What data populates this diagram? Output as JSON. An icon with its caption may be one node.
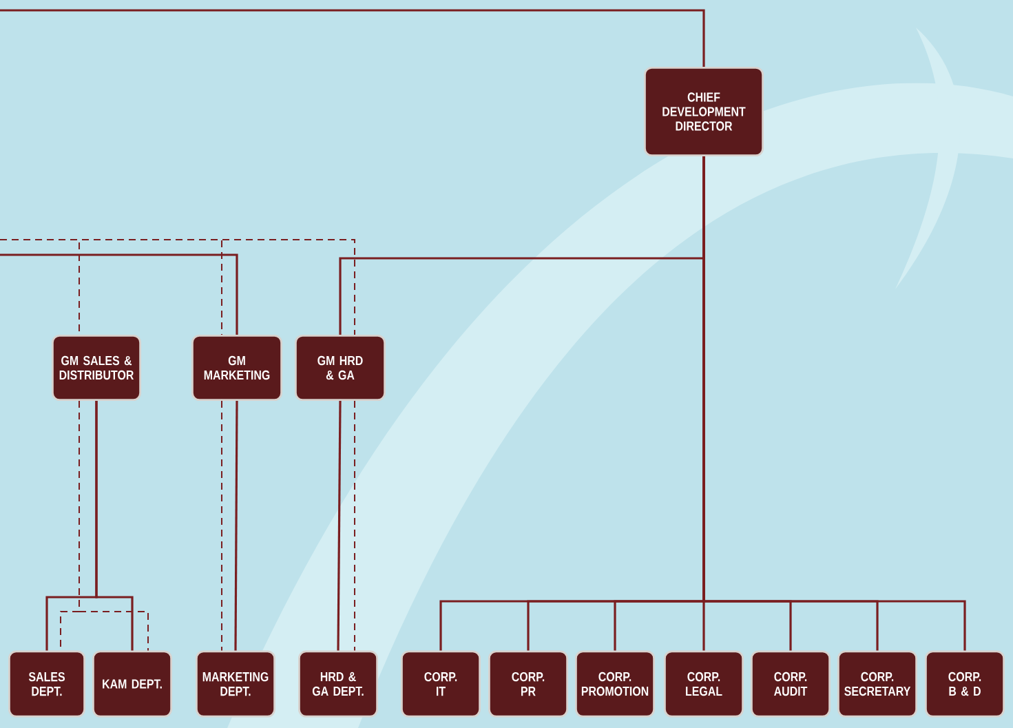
{
  "diagram": {
    "nodes": [
      {
        "text": [
          "CHIEF DEVELOPMENT DIRECTOR"
        ]
      },
      {
        "text": [
          "GM SALES & DISTRIBUTOR"
        ]
      },
      {
        "text": [
          "GM MARKETING"
        ]
      },
      {
        "text": [
          "GM HRD & GA"
        ]
      },
      {
        "text": [
          "SALES DEPT."
        ]
      },
      {
        "text": [
          "KAM DEPT."
        ]
      },
      {
        "text": [
          "MARKETING DEPT."
        ]
      },
      {
        "text": [
          "HRD & GA DEPT."
        ]
      },
      {
        "text": [
          "CORP. IT"
        ]
      },
      {
        "text": [
          "CORP. PR"
        ]
      },
      {
        "text": [
          "CORP. PROMOTION"
        ]
      },
      {
        "text": [
          "CORP. LEGAL"
        ]
      },
      {
        "text": [
          "CORP. AUDIT"
        ]
      },
      {
        "text": [
          "CORP. SECRETARY"
        ]
      },
      {
        "text": [
          "CORP. B & D"
        ]
      }
    ],
    "edges": [
      {
        "from": null,
        "to": 0,
        "arrow": "none"
      },
      {
        "from": null,
        "to": 2,
        "arrow": "none"
      },
      {
        "from": 0,
        "to": 3,
        "arrow": "none"
      },
      {
        "from": 0,
        "to": 8,
        "arrow": "none"
      },
      {
        "from": 0,
        "to": 9,
        "arrow": "none"
      },
      {
        "from": 0,
        "to": 10,
        "arrow": "none"
      },
      {
        "from": 0,
        "to": 11,
        "arrow": "none"
      },
      {
        "from": 0,
        "to": 12,
        "arrow": "none"
      },
      {
        "from": 0,
        "to": 13,
        "arrow": "none"
      },
      {
        "from": 0,
        "to": 14,
        "arrow": "none"
      },
      {
        "from": 1,
        "to": 4,
        "arrow": "none"
      },
      {
        "from": 1,
        "to": 5,
        "arrow": "none"
      },
      {
        "from": 2,
        "to": 6,
        "arrow": "none"
      },
      {
        "from": 3,
        "to": 7,
        "arrow": "none"
      },
      {
        "from": null,
        "to": 4,
        "arrow": "none",
        "style": "dashed"
      },
      {
        "from": null,
        "to": 5,
        "arrow": "none",
        "style": "dashed"
      },
      {
        "from": null,
        "to": 6,
        "arrow": "none",
        "style": "dashed"
      },
      {
        "from": null,
        "to": 7,
        "arrow": "none",
        "style": "dashed"
      }
    ]
  }
}
